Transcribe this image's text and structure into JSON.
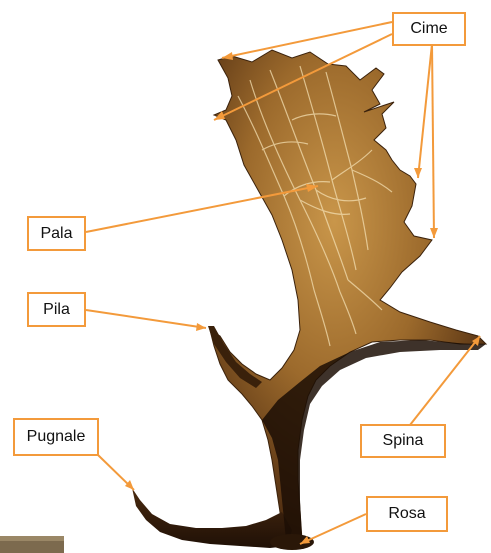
{
  "diagram": {
    "subject": "antler",
    "labels": {
      "cime": "Cime",
      "pala": "Pala",
      "pila": "Pila",
      "pugnale": "Pugnale",
      "spina": "Spina",
      "rosa": "Rosa"
    },
    "colors": {
      "leader_line": "#f39a3b",
      "antler_dark": "#2a1708",
      "antler_light": "#b9853c",
      "vein": "#f3deb0",
      "background": "#ffffff"
    }
  }
}
